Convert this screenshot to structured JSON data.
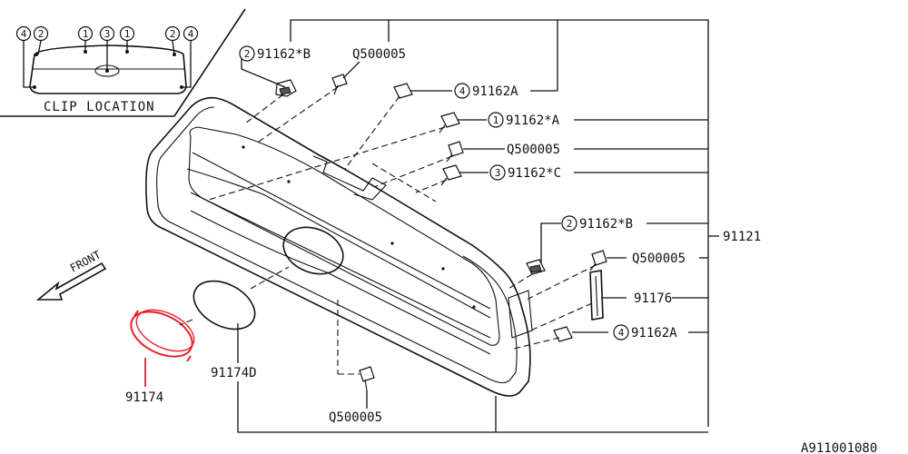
{
  "diagram": {
    "diagram_number": "A911001080",
    "inset": {
      "title": "CLIP LOCATION",
      "marker_labels": [
        "4",
        "2",
        "1",
        "3",
        "1",
        "2",
        "4"
      ]
    },
    "direction_label": "FRONT",
    "callouts": [
      {
        "ref": "2",
        "code": "91162*B"
      },
      {
        "ref": "",
        "code": "Q500005"
      },
      {
        "ref": "4",
        "code": "91162A"
      },
      {
        "ref": "1",
        "code": "91162*A"
      },
      {
        "ref": "",
        "code": "Q500005"
      },
      {
        "ref": "3",
        "code": "91162*C"
      },
      {
        "ref": "2",
        "code": "91162*B"
      },
      {
        "ref": "",
        "code": "91121"
      },
      {
        "ref": "",
        "code": "Q500005"
      },
      {
        "ref": "",
        "code": "91176"
      },
      {
        "ref": "4",
        "code": "91162A"
      },
      {
        "ref": "",
        "code": "91174D"
      },
      {
        "ref": "",
        "code": "91174"
      },
      {
        "ref": "",
        "code": "Q500005"
      }
    ],
    "colors": {
      "line": "#111111",
      "highlight": "#e8202a",
      "background": "#ffffff"
    }
  }
}
